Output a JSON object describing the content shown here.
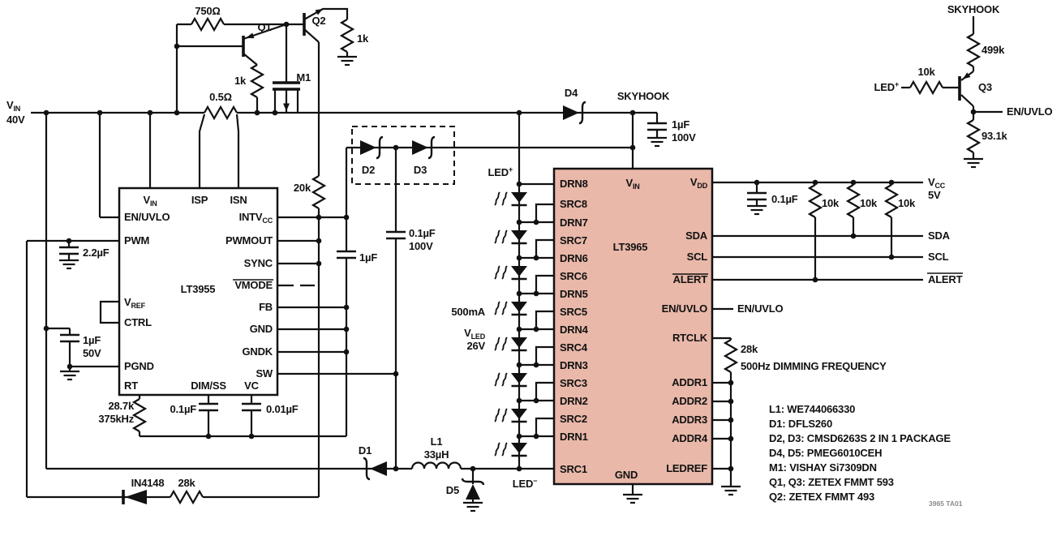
{
  "colors": {
    "wire": "#111111",
    "ic3965_fill": "#e9b8a9",
    "ic3955_fill": "#ffffff",
    "fig_text": "#8a8a8a"
  },
  "source": {
    "vin": {
      "main": "V",
      "sub": "IN"
    },
    "value": "40V"
  },
  "top_left": {
    "r750": "750Ω",
    "q1": "Q1",
    "q1_r": "1k",
    "q2": "Q2",
    "q2_r": "1k",
    "m1": "M1",
    "rsense": "0.5Ω",
    "c_pwm": "2.2µF",
    "c_vref": "1µF",
    "c_vref_v": "50V",
    "d_bot": "IN4148",
    "r_bot": "28k"
  },
  "ic3955": {
    "name": "LT3955",
    "pin_vin": {
      "main": "V",
      "sub": "IN"
    },
    "pin_isp": "ISP",
    "pin_isn": "ISN",
    "pin_en": "EN/UVLO",
    "pin_pwm": "PWM",
    "pin_vref": {
      "main": "V",
      "sub": "REF"
    },
    "pin_ctrl": "CTRL",
    "pin_pgnd": "PGND",
    "pin_rt": "RT",
    "pin_dimss": "DIM/SS",
    "pin_vc": "VC",
    "pin_intvcc": {
      "main": "INTV",
      "sub": "CC"
    },
    "pin_pwmout": "PWMOUT",
    "pin_sync": "SYNC",
    "pin_vmode": "VMODE",
    "pin_fb": "FB",
    "pin_gnd": "GND",
    "pin_gndk": "GNDK",
    "pin_sw": "SW",
    "r_rt": "28.7k",
    "r_rt_freq": "375kHz",
    "c_dimss": "0.1µF",
    "c_vc": "0.01µF"
  },
  "mid": {
    "r20k": "20k",
    "c_intvcc": "1µF",
    "c_boost": "0.1µF",
    "c_boost_v": "100V",
    "d2": "D2",
    "d3": "D3",
    "d4": "D4",
    "d1": "D1",
    "d5": "D5",
    "l1": "L1",
    "l1_v": "33µH",
    "skyhook": "SKYHOOK",
    "c_sky": "1µF",
    "c_sky_v": "100V"
  },
  "led_string": {
    "led_plus": {
      "text": "LED",
      "sup": "+"
    },
    "led_minus": {
      "text": "LED",
      "sup": "−"
    },
    "current": "500mA",
    "vled": {
      "main": "V",
      "sub": "LED"
    },
    "vled_v": "26V"
  },
  "ic3965": {
    "name": "LT3965",
    "pin_vin": {
      "main": "V",
      "sub": "IN"
    },
    "pin_gnd": "GND",
    "pins_left": [
      "DRN8",
      "SRC8",
      "DRN7",
      "SRC7",
      "DRN6",
      "SRC6",
      "DRN5",
      "SRC5",
      "DRN4",
      "SRC4",
      "DRN3",
      "SRC3",
      "DRN2",
      "SRC2",
      "DRN1",
      "SRC1"
    ],
    "pin_vdd": {
      "main": "V",
      "sub": "DD"
    },
    "pins_right": [
      "SDA",
      "SCL",
      "ALERT",
      "EN/UVLO",
      "RTCLK",
      "ADDR1",
      "ADDR2",
      "ADDR3",
      "ADDR4",
      "LEDREF"
    ]
  },
  "right": {
    "vcc": {
      "main": "V",
      "sub": "CC"
    },
    "vcc_v": "5V",
    "c_vdd": "0.1µF",
    "r_pullups": [
      "10k",
      "10k",
      "10k"
    ],
    "sda": "SDA",
    "scl": "SCL",
    "alert": "ALERT",
    "en_uvlo": "EN/UVLO",
    "r_rtclk": "28k",
    "dim_note": "500Hz DIMMING FREQUENCY"
  },
  "top_right": {
    "skyhook": "SKYHOOK",
    "r_top": "499k",
    "q3": "Q3",
    "r_base": "10k",
    "led_plus": {
      "text": "LED",
      "sup": "+"
    },
    "en_uvlo": "EN/UVLO",
    "r_bot": "93.1k"
  },
  "bom": [
    "L1: WE744066330",
    "D1: DFLS260",
    "D2, D3: CMSD6263S 2 IN 1 PACKAGE",
    "D4, D5: PMEG6010CEH",
    "M1: VISHAY Si7309DN",
    "Q1, Q3: ZETEX FMMT 593",
    "Q2: ZETEX FMMT 493"
  ],
  "fig_label": "3965 TA01"
}
